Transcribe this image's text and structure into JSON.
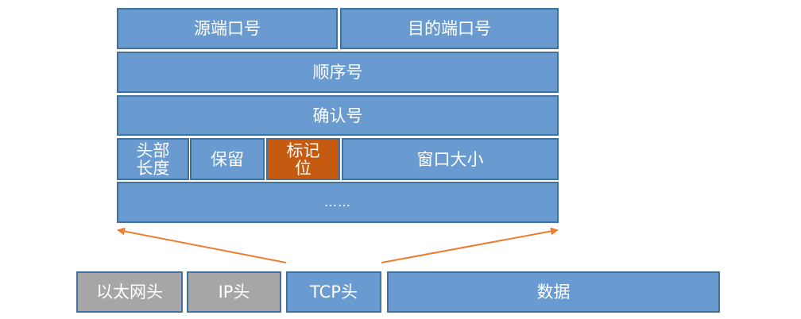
{
  "header": {
    "src_port": "源端口号",
    "dst_port": "目的端口号",
    "seq_num": "顺序号",
    "ack_num": "确认号",
    "header_len": "头部\n长度",
    "reserved": "保留",
    "flags": "标记\n位",
    "window": "窗口大小",
    "more": "……"
  },
  "packet": {
    "ethernet": "以太网头",
    "ip": "IP头",
    "tcp": "TCP头",
    "data": "数据"
  },
  "colors": {
    "field_fill": "#6a9bd0",
    "field_border": "#41719c",
    "flags_fill": "#c55a11",
    "gray_fill": "#a6a6a6",
    "arrow": "#ed7d31"
  }
}
